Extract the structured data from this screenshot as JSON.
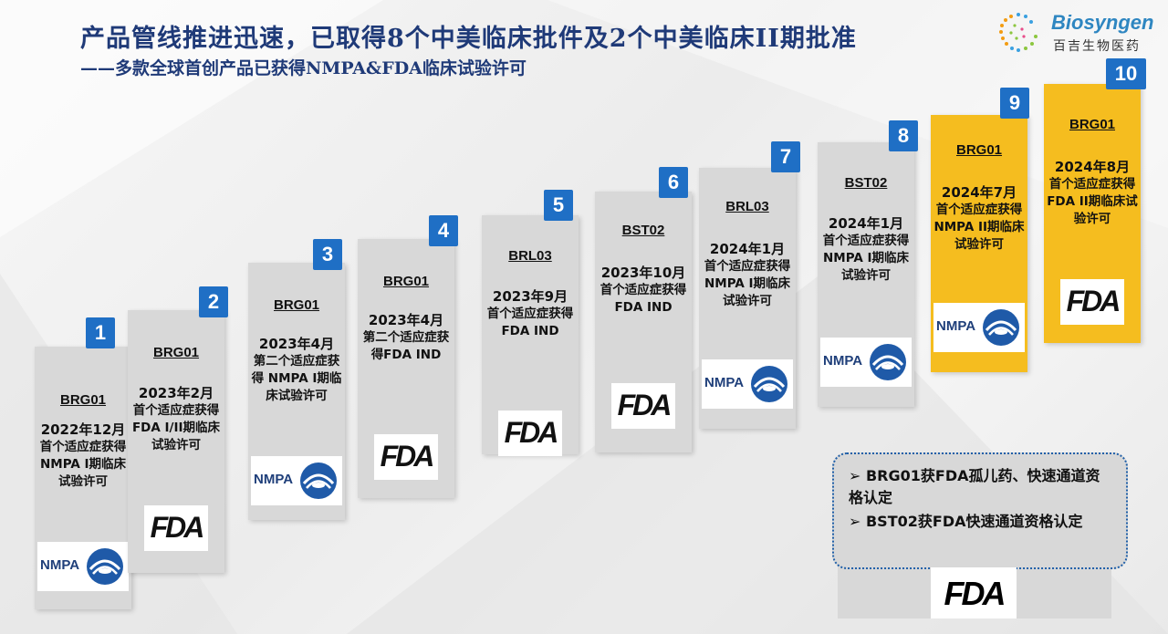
{
  "header": {
    "title": "产品管线推进迅速，已取得8个中美临床批件及2个中美临床II期批准",
    "subtitle": "——多款全球首创产品已获得NMPA&FDA临床试验许可"
  },
  "logo": {
    "word": "Biosyngen",
    "cn": "百吉生物医药"
  },
  "milestones": [
    {
      "num": "1",
      "code": "BRG01",
      "date": "2022年12月",
      "text": "首个适应症获得NMPA I期临床试验许可",
      "logo": "NMPA"
    },
    {
      "num": "2",
      "code": "BRG01",
      "date": "2023年2月",
      "text": "首个适应症获得 FDA I/II期临床试验许可",
      "logo": "FDA"
    },
    {
      "num": "3",
      "code": "BRG01",
      "date": "2023年4月",
      "text": "第二个适应症获得 NMPA I期临床试验许可",
      "logo": "NMPA"
    },
    {
      "num": "4",
      "code": "BRG01",
      "date": "2023年4月",
      "text": "第二个适应症获得FDA IND",
      "logo": "FDA"
    },
    {
      "num": "5",
      "code": "BRL03",
      "date": "2023年9月",
      "text": "首个适应症获得FDA IND",
      "logo": "FDA"
    },
    {
      "num": "6",
      "code": "BST02",
      "date": "2023年10月",
      "text": "首个适应症获得 FDA IND",
      "logo": "FDA"
    },
    {
      "num": "7",
      "code": "BRL03",
      "date": "2024年1月",
      "text": "首个适应症获得NMPA I期临床试验许可",
      "logo": "NMPA"
    },
    {
      "num": "8",
      "code": "BST02",
      "date": "2024年1月",
      "text": "首个适应症获得NMPA I期临床试验许可",
      "logo": "NMPA"
    },
    {
      "num": "9",
      "code": "BRG01",
      "date": "2024年7月",
      "text": "首个适应症获得NMPA II期临床试验许可",
      "logo": "NMPA"
    },
    {
      "num": "10",
      "code": "BRG01",
      "date": "2024年8月",
      "text": "首个适应症获得FDA II期临床试验许可",
      "logo": "FDA"
    }
  ],
  "note": {
    "items": [
      "BRG01获FDA孤儿药、快速通道资格认定",
      "BST02获FDA快速通道资格认定"
    ],
    "bullet": "➢"
  },
  "logo_text": {
    "nmpa": "NMPA",
    "fda": "FDA"
  },
  "colors": {
    "accent_blue": "#1f6fc5",
    "title_blue": "#1f3a78",
    "gold": "#f5bd1f",
    "card_gray": "#d8d8d8"
  }
}
